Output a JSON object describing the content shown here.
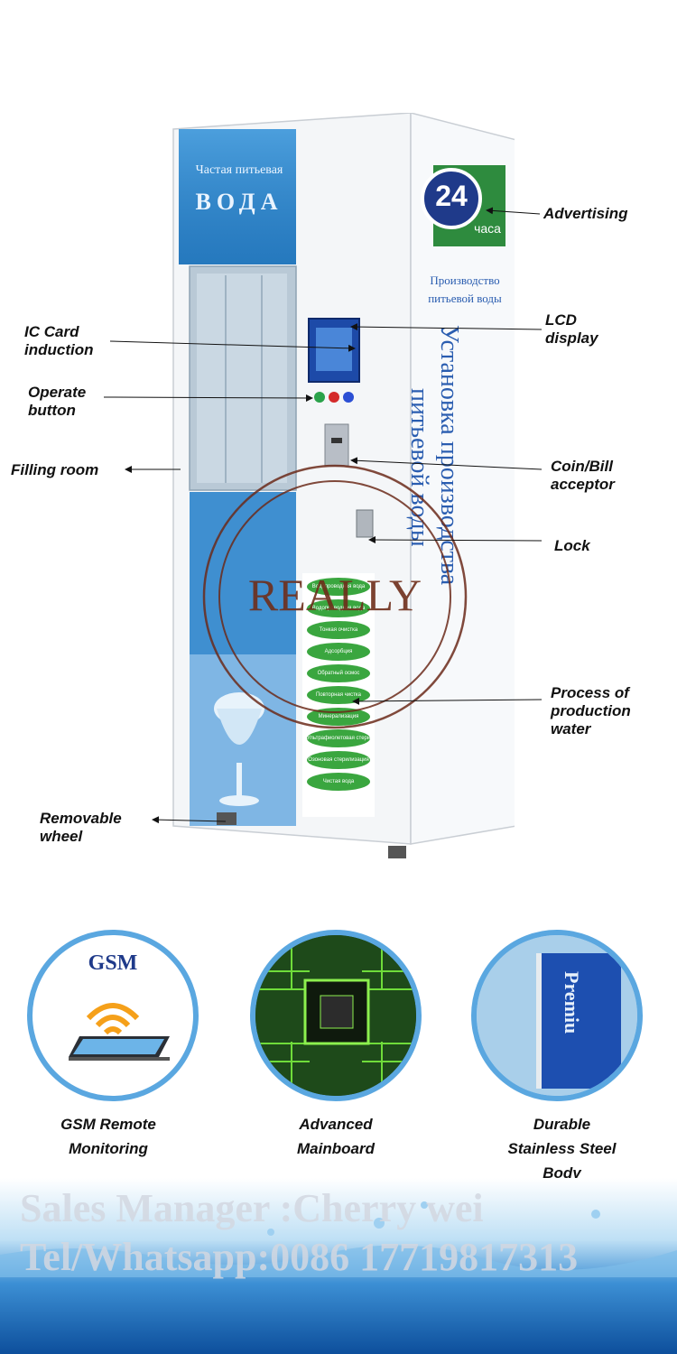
{
  "machine": {
    "front_panel_top": "Частая питьевая",
    "front_panel_big": "ВОДА",
    "side_badge_number": "24",
    "side_badge_word": "часа",
    "side_subtitle_line1": "Производство",
    "side_subtitle_line2": "питьевой воды",
    "side_vertical_line1": "Установка производства",
    "side_vertical_line2": "питьевой воды",
    "process_steps": [
      "Водопроводная вода",
      "Водопроводная вода",
      "Тонкая очистка",
      "Адсорбция",
      "Обратный осмос",
      "Повторная чистка",
      "Минерализация",
      "Ультрафиолетовая стерилизация",
      "Озоновая стерилизация",
      "Чистая вода"
    ],
    "watermark_logo": "REALLY"
  },
  "callouts": {
    "advertising": "Advertising",
    "lcd_display": "LCD\ndisplay",
    "ic_card": "IC Card\ninduction",
    "operate_button": "Operate\nbutton",
    "filling_room": "Filling room",
    "coin_bill": "Coin/Bill\nacceptor",
    "lock": "Lock",
    "process": "Process of\nproduction\nwater",
    "wheel": "Removable\nwheel"
  },
  "features": [
    {
      "icon_text": "GSM",
      "label": "GSM Remote\nMonitoring"
    },
    {
      "icon_text": "",
      "label": "Advanced\nMainboard"
    },
    {
      "icon_text": "Premiu",
      "label": "Durable\nStainless Steel\nBody"
    }
  ],
  "footer": {
    "line1": "Sales Manager :Cherry wei",
    "line2": "Tel/Whatsapp:0086 17719817313"
  },
  "colors": {
    "accent_blue": "#5aa7e0",
    "badge_green": "#2e8b3e",
    "badge_navy": "#1f3a8a"
  }
}
